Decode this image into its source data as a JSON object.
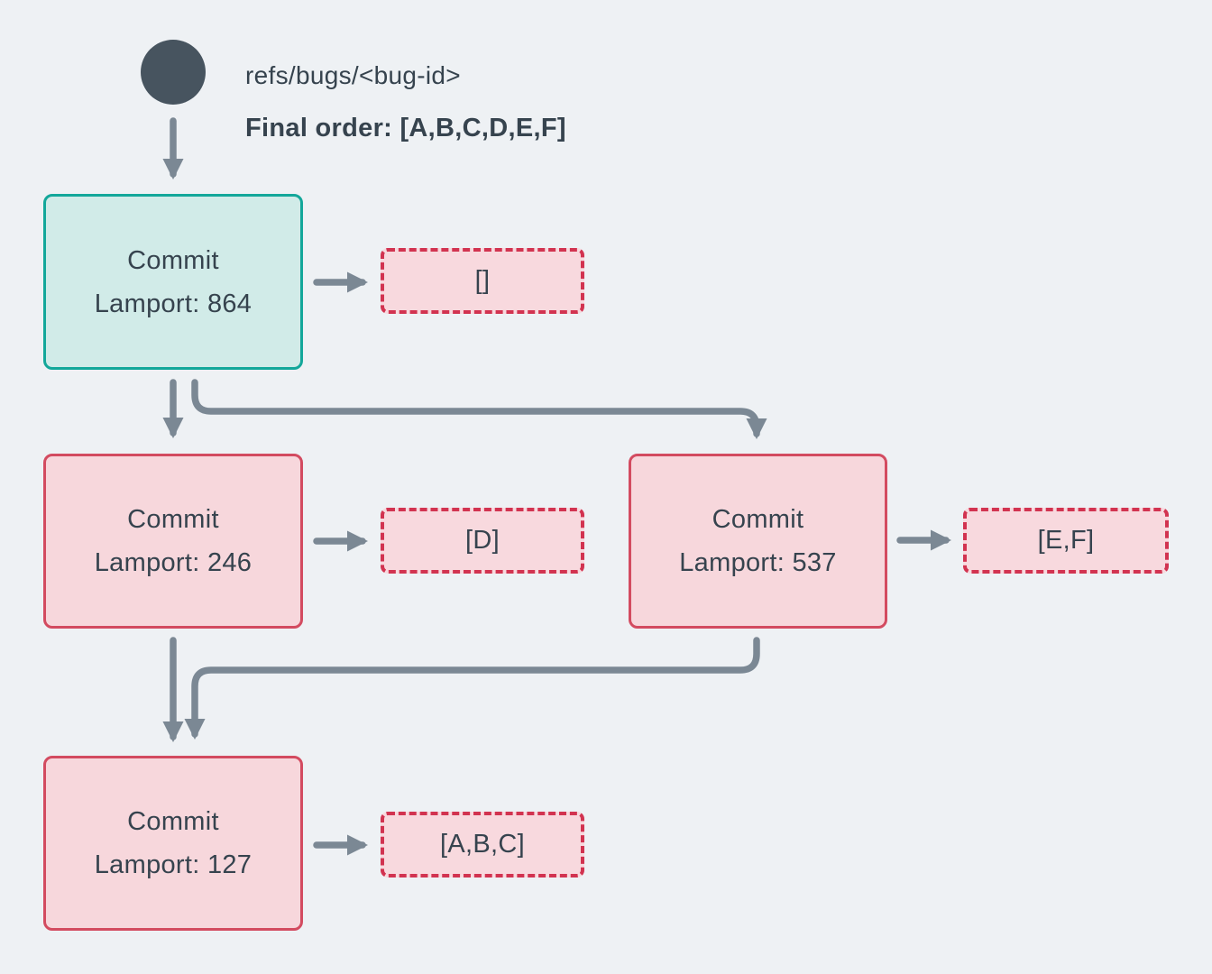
{
  "header": {
    "ref_label": "refs/bugs/<bug-id>",
    "final_order_label": "Final order: [A,B,C,D,E,F]"
  },
  "nodes": [
    {
      "id": "commit-864",
      "title": "Commit",
      "subtitle": "Lamport: 864",
      "variant": "teal"
    },
    {
      "id": "commit-246",
      "title": "Commit",
      "subtitle": "Lamport: 246",
      "variant": "pink"
    },
    {
      "id": "commit-537",
      "title": "Commit",
      "subtitle": "Lamport: 537",
      "variant": "pink"
    },
    {
      "id": "commit-127",
      "title": "Commit",
      "subtitle": "Lamport: 127",
      "variant": "pink"
    }
  ],
  "payloads": [
    {
      "id": "payload-864",
      "label": "[]"
    },
    {
      "id": "payload-246",
      "label": "[D]"
    },
    {
      "id": "payload-537",
      "label": "[E,F]"
    },
    {
      "id": "payload-127",
      "label": "[A,B,C]"
    }
  ],
  "colors": {
    "background": "#eef1f4",
    "text": "#36434e",
    "arrow": "#7b8894",
    "ref_circle": "#47545f",
    "teal_border": "#13a79a",
    "teal_fill": "#d1ebe8",
    "pink_border": "#d34b60",
    "pink_fill": "#f7d7dc",
    "dashed_border": "#d23350",
    "dashed_fill": "#f8d9de"
  }
}
